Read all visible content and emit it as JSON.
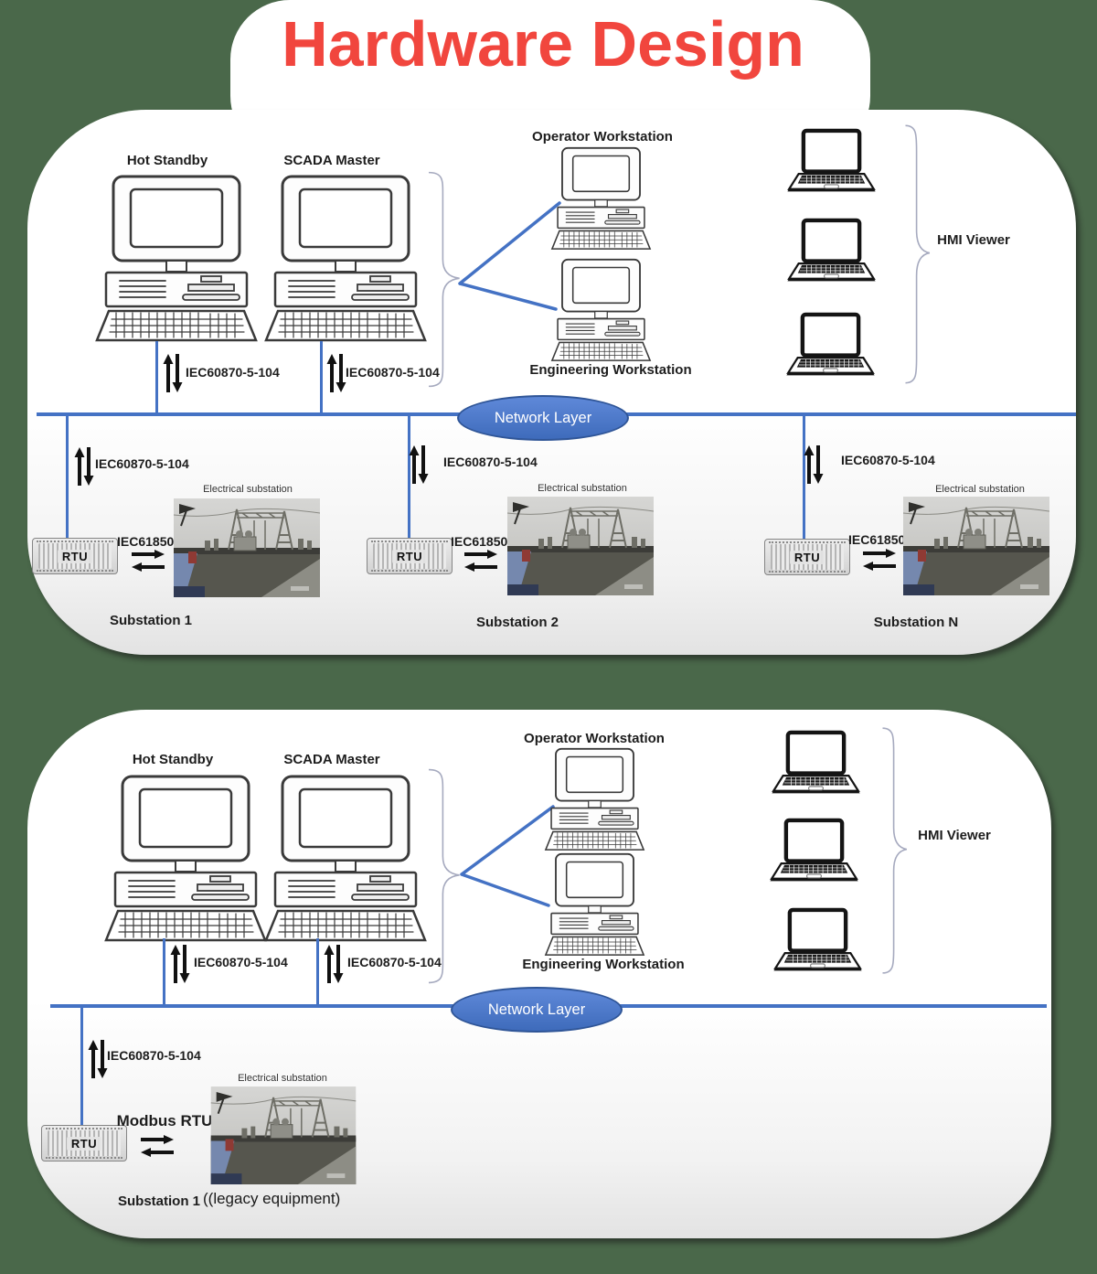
{
  "title": "Hardware Design",
  "colors": {
    "page_background": "#4A684A",
    "panel_background": "#FFFFFF",
    "title_red": "#F1463E",
    "network_blue": "#4472C4",
    "ellipse_border": "#2F5597",
    "arrow_black": "#111111"
  },
  "icons": {
    "desktop_computer": "desktop-computer-icon",
    "laptop": "laptop-icon",
    "rtu_device": "rtu-device",
    "updown_arrows": "up-down-arrows-icon",
    "bidirectional_arrows": "left-right-arrows-icon",
    "curly_brace": "curly-brace",
    "substation_photo": "substation-photo"
  },
  "labels": {
    "hot_standby": "Hot Standby",
    "scada_master": "SCADA Master",
    "operator_workstation": "Operator Workstation",
    "engineering_workstation": "Engineering Workstation",
    "hmi_viewer": "HMI Viewer",
    "network_layer": "Network Layer",
    "protocol_iec104": "IEC60870-5-104",
    "protocol_iec61850": "IEC61850",
    "protocol_modbus": "Modbus RTU",
    "rtu": "RTU",
    "substation_caption": "Electrical substation"
  },
  "panel1": {
    "substations": [
      {
        "name": "Substation 1"
      },
      {
        "name": "Substation 2"
      },
      {
        "name": "Substation N"
      }
    ]
  },
  "panel2": {
    "substation_name": "Substation 1",
    "substation_note": "((legacy equipment)"
  }
}
